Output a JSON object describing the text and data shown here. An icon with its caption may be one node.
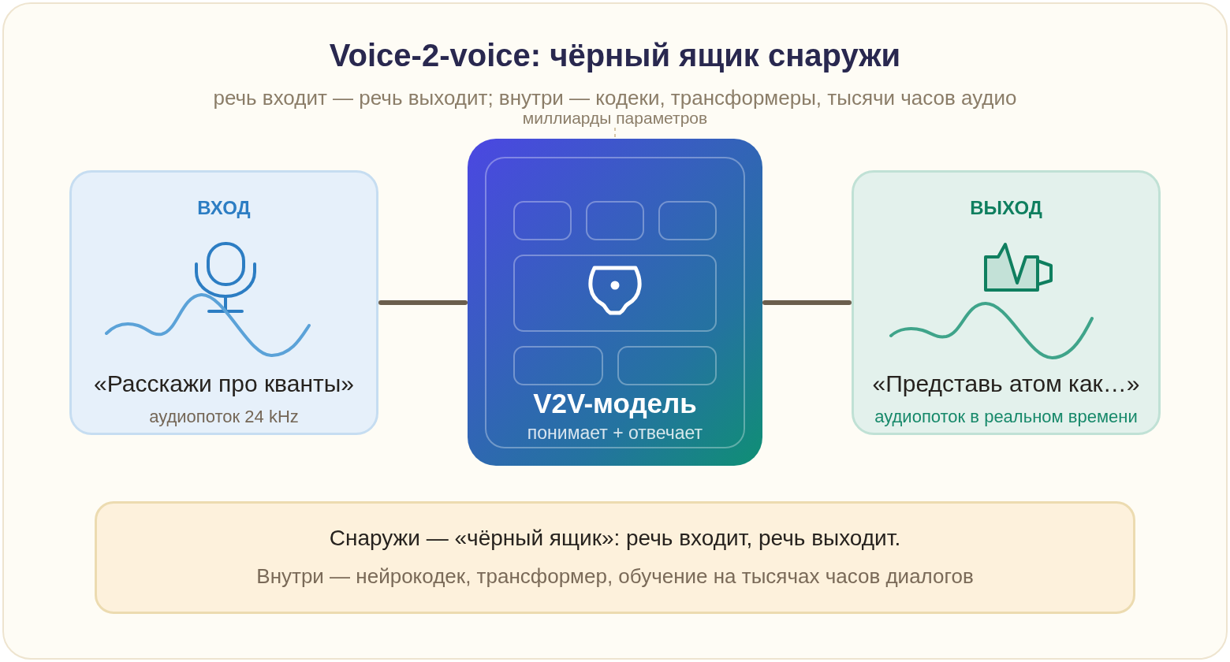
{
  "diagram": {
    "title": "Voice-2-voice: чёрный ящик снаружи",
    "nodes": [
      {
        "text": [
          "миллиарды параметров"
        ]
      },
      {
        "text": [
          "ВХОД",
          "«Расскажи про кванты»",
          "аудиопоток 24 kHz"
        ]
      },
      {
        "text": [
          "V2V-модель",
          "понимает + отвечает"
        ]
      },
      {
        "text": [
          "ВЫХОД",
          "«Представь атом как…»",
          "аудиопоток в реальном времени"
        ]
      },
      {
        "text": [
          "Снаружи — «чёрный ящик»: речь входит, речь выходит.",
          "Внутри — нейрокодек, трансформер, обучение на тысячах часов диалогов"
        ]
      }
    ],
    "edges": [
      {
        "from": 0,
        "to": 2,
        "arrow": "none",
        "style": "dashed",
        "color": "#d6c6a6"
      },
      {
        "from": 1,
        "to": 2,
        "arrow": "none"
      },
      {
        "from": 2,
        "to": 3,
        "arrow": "none"
      }
    ],
    "labels": [
      "речь входит — речь выходит; внутри — кодеки, трансформеры, тысячи часов аудио"
    ]
  }
}
